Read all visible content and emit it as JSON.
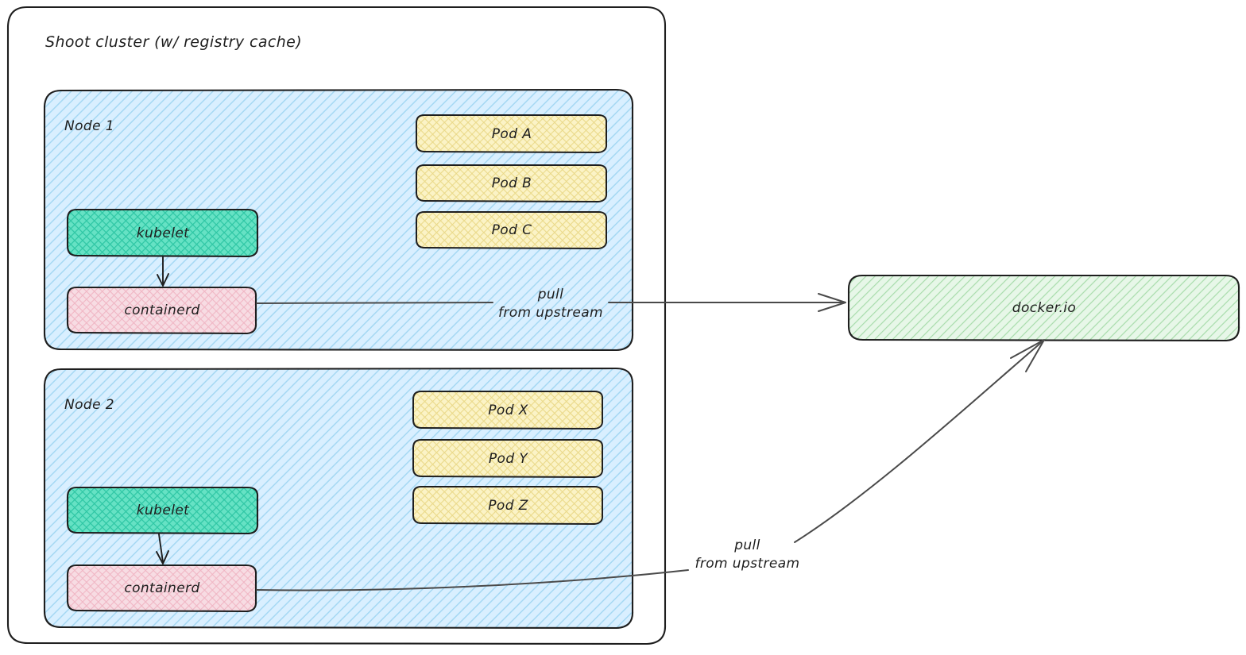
{
  "diagram": {
    "title": "Shoot cluster (w/ registry cache)",
    "background": "#ffffff",
    "stroke_color": "#1e1e1e",
    "arrow_color": "#4a4a4a"
  },
  "cluster": {
    "label": "Shoot cluster (w/ registry cache)",
    "fill": "#ffffff",
    "stroke": "#1e1e1e"
  },
  "nodes": [
    {
      "label": "Node 1",
      "fill": "#d9efff",
      "hatch": "#a5d8f3",
      "kubelet": {
        "label": "kubelet",
        "fill": "#66e2c4",
        "hatch": "#2ec6a4"
      },
      "containerd": {
        "label": "containerd",
        "fill": "#f7dce3",
        "hatch": "#f0b6c4"
      },
      "pods": [
        {
          "label": "Pod A",
          "fill": "#fbf3c6",
          "hatch": "#ead98a"
        },
        {
          "label": "Pod B",
          "fill": "#fbf3c6",
          "hatch": "#ead98a"
        },
        {
          "label": "Pod C",
          "fill": "#fbf3c6",
          "hatch": "#ead98a"
        }
      ]
    },
    {
      "label": "Node 2",
      "fill": "#d9efff",
      "hatch": "#a5d8f3",
      "kubelet": {
        "label": "kubelet",
        "fill": "#66e2c4",
        "hatch": "#2ec6a4"
      },
      "containerd": {
        "label": "containerd",
        "fill": "#f7dce3",
        "hatch": "#f0b6c4"
      },
      "pods": [
        {
          "label": "Pod X",
          "fill": "#fbf3c6",
          "hatch": "#ead98a"
        },
        {
          "label": "Pod Y",
          "fill": "#fbf3c6",
          "hatch": "#ead98a"
        },
        {
          "label": "Pod Z",
          "fill": "#fbf3c6",
          "hatch": "#ead98a"
        }
      ]
    }
  ],
  "registry": {
    "label": "docker.io",
    "fill": "#e7f7e8",
    "hatch": "#a8dcab"
  },
  "edges": [
    {
      "name": "node1-pull",
      "label_line1": "pull",
      "label_line2": "from upstream",
      "from": "containerd (Node 1)",
      "to": "docker.io"
    },
    {
      "name": "node2-pull",
      "label_line1": "pull",
      "label_line2": "from upstream",
      "from": "containerd (Node 2)",
      "to": "docker.io"
    },
    {
      "name": "node1-kubelet-to-containerd",
      "label": "",
      "from": "kubelet (Node 1)",
      "to": "containerd (Node 1)"
    },
    {
      "name": "node2-kubelet-to-containerd",
      "label": "",
      "from": "kubelet (Node 2)",
      "to": "containerd (Node 2)"
    }
  ]
}
